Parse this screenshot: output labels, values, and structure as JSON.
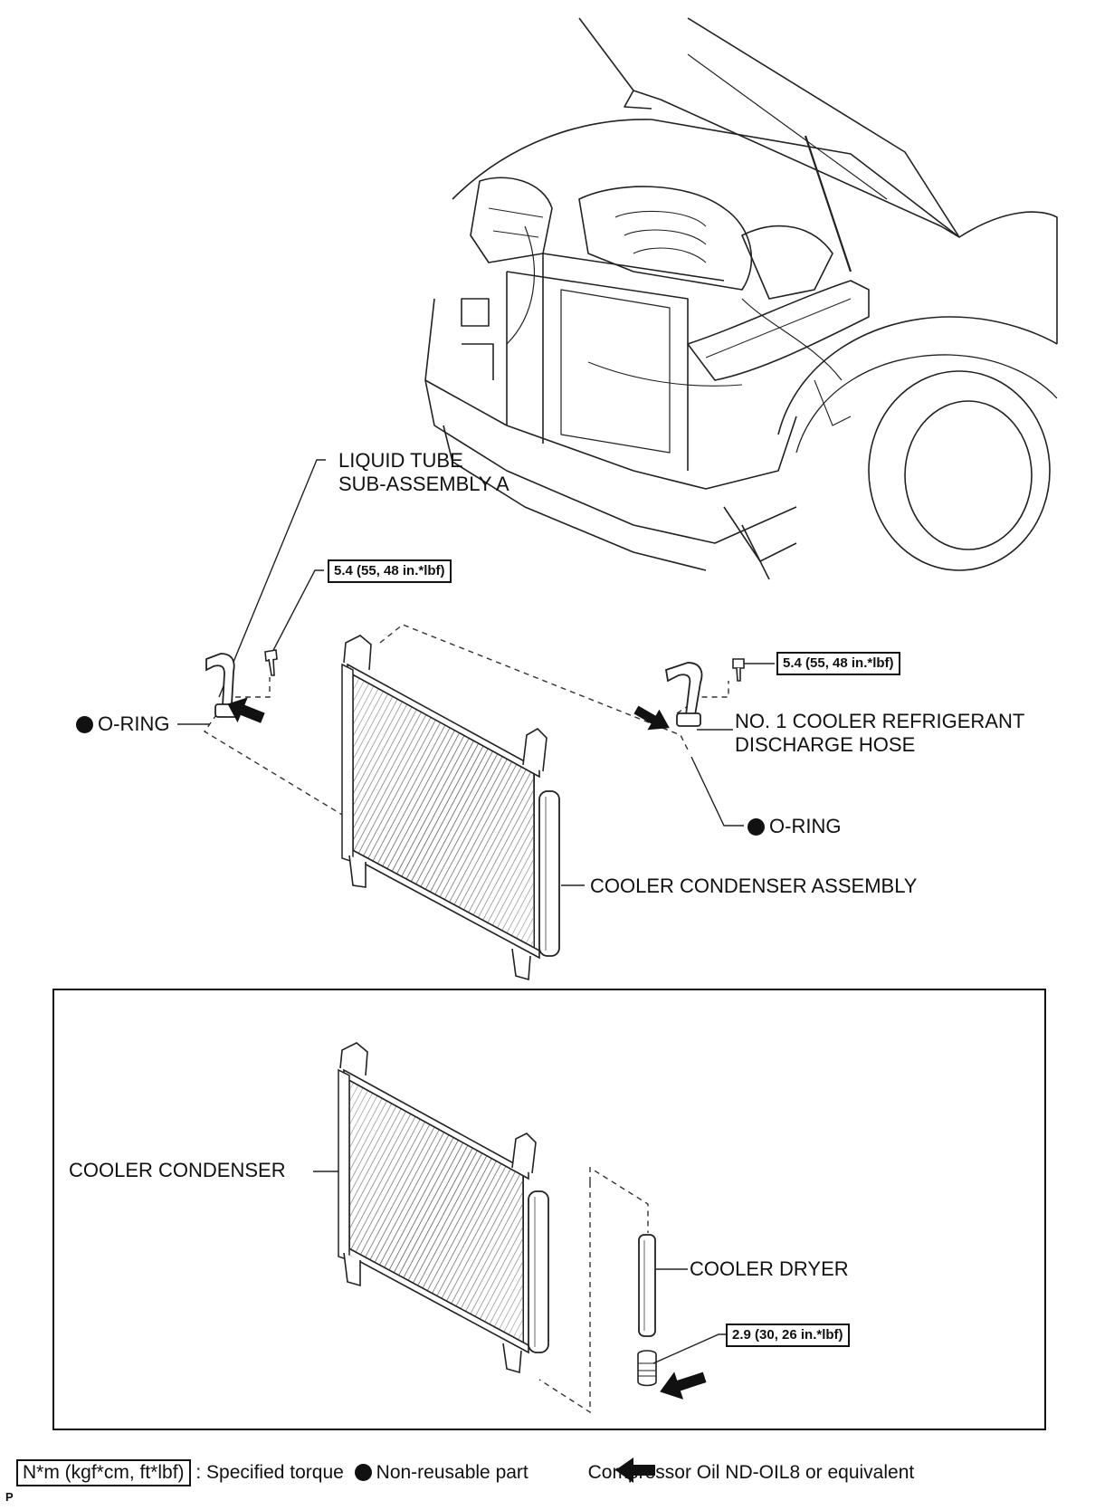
{
  "labels": {
    "liquid_tube": [
      "LIQUID TUBE",
      "SUB-ASSEMBLY A"
    ],
    "o_ring_left": "O-RING",
    "discharge_hose": [
      "NO. 1 COOLER REFRIGERANT",
      "DISCHARGE HOSE"
    ],
    "o_ring_right": "O-RING",
    "condenser_assembly": "COOLER CONDENSER ASSEMBLY",
    "cooler_condenser": "COOLER CONDENSER",
    "cooler_dryer": "COOLER DRYER"
  },
  "torque": {
    "tube_bolt": "5.4 (55, 48 in.*lbf)",
    "hose_bolt": "5.4 (55, 48 in.*lbf)",
    "dryer_plug": "2.9 (30, 26 in.*lbf)"
  },
  "legend": {
    "torque_unit": "N*m (kgf*cm, ft*lbf)",
    "torque_desc": ": Specified torque",
    "non_reusable": "Non-reusable part",
    "oil": "Compressor Oil ND-OIL8 or equivalent"
  },
  "footer_mark": "P",
  "icons": [
    "engine-bay-illustration",
    "condenser-illustration",
    "dryer-illustration",
    "bolt-icon",
    "oil-arrow-icon",
    "non-reusable-dot-icon"
  ]
}
